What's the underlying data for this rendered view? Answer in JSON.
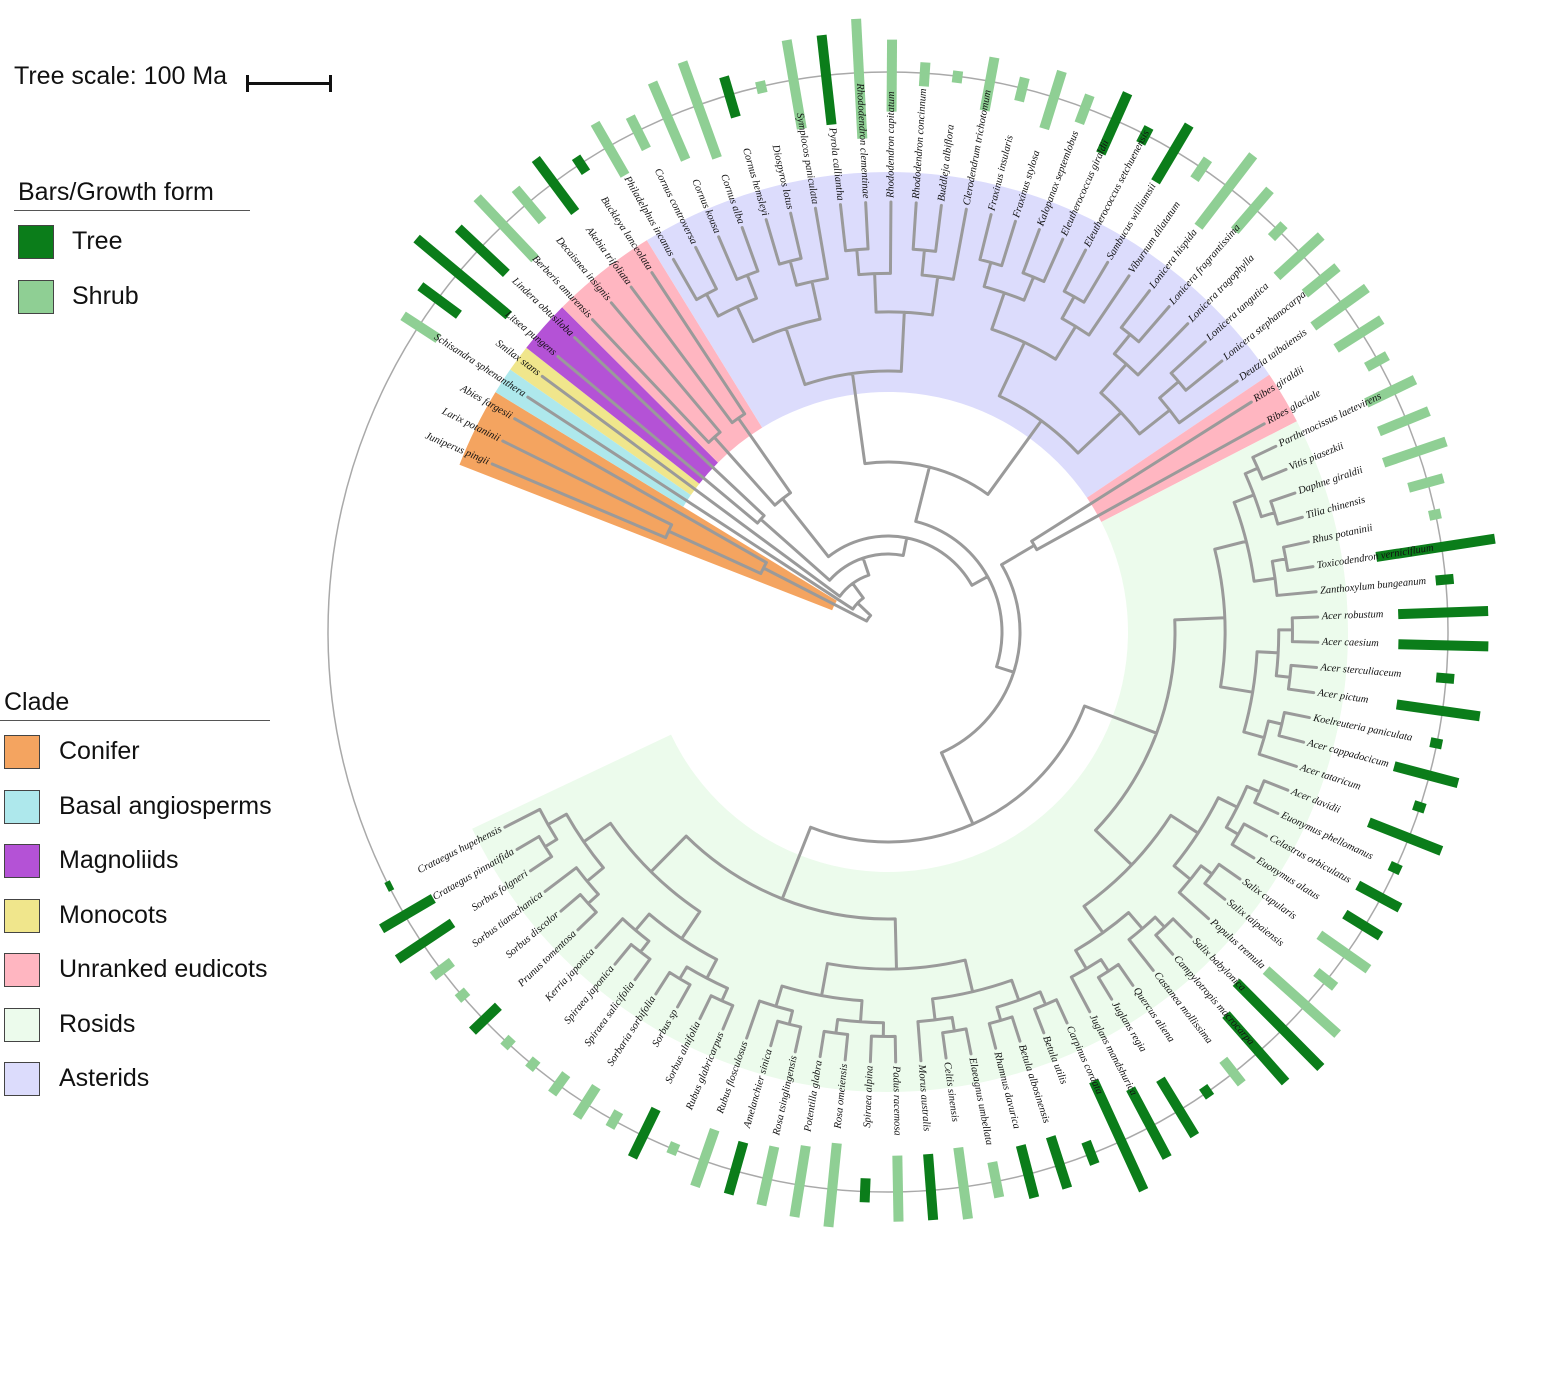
{
  "scale": {
    "label": "Tree scale: 100 Ma"
  },
  "growth_legend": {
    "title": "Bars/Growth form",
    "items": [
      {
        "label": "Tree",
        "color": "#0b7d1a"
      },
      {
        "label": "Shrub",
        "color": "#8fcf94"
      }
    ]
  },
  "clade_legend": {
    "title": "Clade",
    "items": [
      {
        "label": "Conifer",
        "color": "#f4a460"
      },
      {
        "label": "Basal angiosperms",
        "color": "#aee8ec"
      },
      {
        "label": "Magnoliids",
        "color": "#b452d6"
      },
      {
        "label": "Monocots",
        "color": "#f0e68c"
      },
      {
        "label": "Unranked eudicots",
        "color": "#ffb6c1"
      },
      {
        "label": "Rosids",
        "color": "#ecfbec"
      },
      {
        "label": "Asterids",
        "color": "#dcdcfc"
      }
    ]
  },
  "species": [
    {
      "name": "Juniperus pingii",
      "clade": "Conifer",
      "form": "Shrub",
      "value": 0.0
    },
    {
      "name": "Larix potaninii",
      "clade": "Conifer",
      "form": "Shrub",
      "value": 0.0
    },
    {
      "name": "Abies fargesii",
      "clade": "Conifer",
      "form": "Shrub",
      "value": 0.0
    },
    {
      "name": "Schisandra sphenanthera",
      "clade": "Basal angiosperms",
      "form": "Shrub",
      "value": 0.35
    },
    {
      "name": "Smilax stans",
      "clade": "Monocots",
      "form": "Tree",
      "value": 0.4
    },
    {
      "name": "Litsea pungens",
      "clade": "Magnoliids",
      "form": "Tree",
      "value": 1.0
    },
    {
      "name": "Lindera obtusiloba",
      "clade": "Magnoliids",
      "form": "Tree",
      "value": 0.55
    },
    {
      "name": "Berberis amurensis",
      "clade": "Unranked eudicots",
      "form": "Shrub",
      "value": 0.7
    },
    {
      "name": "Decaisnea insignis",
      "clade": "Unranked eudicots",
      "form": "Shrub",
      "value": 0.35
    },
    {
      "name": "Akebia trifoliata",
      "clade": "Unranked eudicots",
      "form": "Tree",
      "value": 0.55
    },
    {
      "name": "Buckleya lanceolata",
      "clade": "Unranked eudicots",
      "form": "Tree",
      "value": 0.15
    },
    {
      "name": "Philadelphus incanus",
      "clade": "Asterids",
      "form": "Shrub",
      "value": 0.5
    },
    {
      "name": "Cornus controversa",
      "clade": "Asterids",
      "form": "Shrub",
      "value": 0.3
    },
    {
      "name": "Cornus kousa",
      "clade": "Asterids",
      "form": "Shrub",
      "value": 0.7
    },
    {
      "name": "Cornus alba",
      "clade": "Asterids",
      "form": "Shrub",
      "value": 0.85
    },
    {
      "name": "Cornus hemsleyi",
      "clade": "Asterids",
      "form": "Tree",
      "value": 0.35
    },
    {
      "name": "Diospyros lotus",
      "clade": "Asterids",
      "form": "Shrub",
      "value": 0.1
    },
    {
      "name": "Symplocos paniculata",
      "clade": "Asterids",
      "form": "Shrub",
      "value": 0.75
    },
    {
      "name": "Pyrola calliantha",
      "clade": "Asterids",
      "form": "Tree",
      "value": 0.75
    },
    {
      "name": "Rhododendron clementinae",
      "clade": "Asterids",
      "form": "Shrub",
      "value": 1.0
    },
    {
      "name": "Rhododendron capitatum",
      "clade": "Asterids",
      "form": "Shrub",
      "value": 0.6
    },
    {
      "name": "Rhododendron concinnum",
      "clade": "Asterids",
      "form": "Shrub",
      "value": 0.2
    },
    {
      "name": "Buddleja albiflora",
      "clade": "Asterids",
      "form": "Shrub",
      "value": 0.1
    },
    {
      "name": "Clerodendrum trichotomum",
      "clade": "Asterids",
      "form": "Shrub",
      "value": 0.45
    },
    {
      "name": "Fraxinus insularis",
      "clade": "Asterids",
      "form": "Shrub",
      "value": 0.2
    },
    {
      "name": "Fraxinus stylosa",
      "clade": "Asterids",
      "form": "Shrub",
      "value": 0.5
    },
    {
      "name": "Kalopanax septemlobus",
      "clade": "Asterids",
      "form": "Shrub",
      "value": 0.25
    },
    {
      "name": "Eleutherococcus giraldii",
      "clade": "Asterids",
      "form": "Tree",
      "value": 0.55
    },
    {
      "name": "Eleutherococcus setchuenensis",
      "clade": "Asterids",
      "form": "Tree",
      "value": 0.15
    },
    {
      "name": "Sambucus williamsii",
      "clade": "Asterids",
      "form": "Tree",
      "value": 0.55
    },
    {
      "name": "Viburnum dilatatum",
      "clade": "Asterids",
      "form": "Shrub",
      "value": 0.2
    },
    {
      "name": "Lonicera hispida",
      "clade": "Asterids",
      "form": "Shrub",
      "value": 0.75
    },
    {
      "name": "Lonicera fragrantissima",
      "clade": "Asterids",
      "form": "Shrub",
      "value": 0.45
    },
    {
      "name": "Lonicera tragophylla",
      "clade": "Asterids",
      "form": "Shrub",
      "value": 0.15
    },
    {
      "name": "Lonicera tangutica",
      "clade": "Asterids",
      "form": "Shrub",
      "value": 0.5
    },
    {
      "name": "Lonicera stephanocarpa",
      "clade": "Asterids",
      "form": "Shrub",
      "value": 0.35
    },
    {
      "name": "Deutzia taibaiensis",
      "clade": "Asterids",
      "form": "Shrub",
      "value": 0.55
    },
    {
      "name": "Ribes giraldii",
      "clade": "Unranked eudicots",
      "form": "Shrub",
      "value": 0.45
    },
    {
      "name": "Ribes glaciale",
      "clade": "Unranked eudicots",
      "form": "Shrub",
      "value": 0.2
    },
    {
      "name": "Parthenocissus laetevirens",
      "clade": "Rosids",
      "form": "Shrub",
      "value": 0.45
    },
    {
      "name": "Vitis piasezkii",
      "clade": "Rosids",
      "form": "Shrub",
      "value": 0.45
    },
    {
      "name": "Daphne giraldii",
      "clade": "Rosids",
      "form": "Shrub",
      "value": 0.55
    },
    {
      "name": "Tilia chinensis",
      "clade": "Rosids",
      "form": "Shrub",
      "value": 0.3
    },
    {
      "name": "Rhus potaninii",
      "clade": "Rosids",
      "form": "Shrub",
      "value": 0.1
    },
    {
      "name": "Toxicodendron vernicifluum",
      "clade": "Rosids",
      "form": "Tree",
      "value": 1.0
    },
    {
      "name": "Zanthoxylum bungeanum",
      "clade": "Rosids",
      "form": "Tree",
      "value": 0.15
    },
    {
      "name": "Acer robustum",
      "clade": "Rosids",
      "form": "Tree",
      "value": 0.75
    },
    {
      "name": "Acer caesium",
      "clade": "Rosids",
      "form": "Tree",
      "value": 0.75
    },
    {
      "name": "Acer sterculiaceum",
      "clade": "Rosids",
      "form": "Tree",
      "value": 0.15
    },
    {
      "name": "Acer pictum",
      "clade": "Rosids",
      "form": "Tree",
      "value": 0.7
    },
    {
      "name": "Koelreuteria paniculata",
      "clade": "Rosids",
      "form": "Tree",
      "value": 0.1
    },
    {
      "name": "Acer cappadocicum",
      "clade": "Rosids",
      "form": "Tree",
      "value": 0.55
    },
    {
      "name": "Acer tataricum",
      "clade": "Rosids",
      "form": "Tree",
      "value": 0.1
    },
    {
      "name": "Acer davidii",
      "clade": "Rosids",
      "form": "Tree",
      "value": 0.65
    },
    {
      "name": "Euonymus phellomanus",
      "clade": "Rosids",
      "form": "Tree",
      "value": 0.1
    },
    {
      "name": "Celastrus orbiculatus",
      "clade": "Rosids",
      "form": "Tree",
      "value": 0.4
    },
    {
      "name": "Euonymus alatus",
      "clade": "Rosids",
      "form": "Tree",
      "value": 0.35
    },
    {
      "name": "Salix cupularis",
      "clade": "Rosids",
      "form": "Shrub",
      "value": 0.5
    },
    {
      "name": "Salix taipaiensis",
      "clade": "Rosids",
      "form": "Shrub",
      "value": 0.2
    },
    {
      "name": "Populus tremula",
      "clade": "Rosids",
      "form": "Shrub",
      "value": 0.8
    },
    {
      "name": "Salix babylonica",
      "clade": "Rosids",
      "form": "Tree",
      "value": 1.0
    },
    {
      "name": "Campylotropis macrocarpa",
      "clade": "Rosids",
      "form": "Tree",
      "value": 0.75
    },
    {
      "name": "Castanea mollissima",
      "clade": "Rosids",
      "form": "Shrub",
      "value": 0.25
    },
    {
      "name": "Quercus aliena",
      "clade": "Rosids",
      "form": "Tree",
      "value": 0.1
    },
    {
      "name": "Juglans regia",
      "clade": "Rosids",
      "form": "Tree",
      "value": 0.55
    },
    {
      "name": "Juglans mandshurica",
      "clade": "Rosids",
      "form": "Tree",
      "value": 0.65
    },
    {
      "name": "Carpinus cordata",
      "clade": "Rosids",
      "form": "Tree",
      "value": 1.0
    },
    {
      "name": "Betula utilis",
      "clade": "Rosids",
      "form": "Tree",
      "value": 0.2
    },
    {
      "name": "Betula albosinensis",
      "clade": "Rosids",
      "form": "Tree",
      "value": 0.45
    },
    {
      "name": "Rhamnus davurica",
      "clade": "Rosids",
      "form": "Tree",
      "value": 0.45
    },
    {
      "name": "Elaeagnus umbellata",
      "clade": "Rosids",
      "form": "Shrub",
      "value": 0.3
    },
    {
      "name": "Celtis sinensis",
      "clade": "Rosids",
      "form": "Shrub",
      "value": 0.6
    },
    {
      "name": "Morus australis",
      "clade": "Rosids",
      "form": "Tree",
      "value": 0.55
    },
    {
      "name": "Padus racemosa",
      "clade": "Rosids",
      "form": "Shrub",
      "value": 0.55
    },
    {
      "name": "Spiraea alpina",
      "clade": "Rosids",
      "form": "Tree",
      "value": 0.2
    },
    {
      "name": "Rosa omeiensis",
      "clade": "Rosids",
      "form": "Shrub",
      "value": 0.7
    },
    {
      "name": "Potentilla glabra",
      "clade": "Rosids",
      "form": "Shrub",
      "value": 0.6
    },
    {
      "name": "Rosa tsinglingensis",
      "clade": "Rosids",
      "form": "Shrub",
      "value": 0.5
    },
    {
      "name": "Amelanchier sinica",
      "clade": "Rosids",
      "form": "Tree",
      "value": 0.45
    },
    {
      "name": "Rubus flosculosus",
      "clade": "Rosids",
      "form": "Shrub",
      "value": 0.5
    },
    {
      "name": "Rubus glabricarpus",
      "clade": "Rosids",
      "form": "Shrub",
      "value": 0.1
    },
    {
      "name": "Sorbus alnifolia",
      "clade": "Rosids",
      "form": "Tree",
      "value": 0.45
    },
    {
      "name": "Sorbus sp",
      "clade": "Rosids",
      "form": "Shrub",
      "value": 0.15
    },
    {
      "name": "Sorbaria sorbifolia",
      "clade": "Rosids",
      "form": "Shrub",
      "value": 0.3
    },
    {
      "name": "Spiraea salicifolia",
      "clade": "Rosids",
      "form": "Shrub",
      "value": 0.2
    },
    {
      "name": "Spiraea japonica",
      "clade": "Rosids",
      "form": "Shrub",
      "value": 0.1
    },
    {
      "name": "Kerria japonica",
      "clade": "Rosids",
      "form": "Shrub",
      "value": 0.1
    },
    {
      "name": "Prunus tomentosa",
      "clade": "Rosids",
      "form": "Tree",
      "value": 0.3
    },
    {
      "name": "Sorbus discolor",
      "clade": "Rosids",
      "form": "Shrub",
      "value": 0.1
    },
    {
      "name": "Sorbus tianschanica",
      "clade": "Rosids",
      "form": "Shrub",
      "value": 0.2
    },
    {
      "name": "Sorbus folgneri",
      "clade": "Rosids",
      "form": "Tree",
      "value": 0.55
    },
    {
      "name": "Crataegus pinnatifida",
      "clade": "Rosids",
      "form": "Tree",
      "value": 0.5
    },
    {
      "name": "Crataegus hupehensis",
      "clade": "Rosids",
      "form": "Tree",
      "value": 0.05
    }
  ]
}
